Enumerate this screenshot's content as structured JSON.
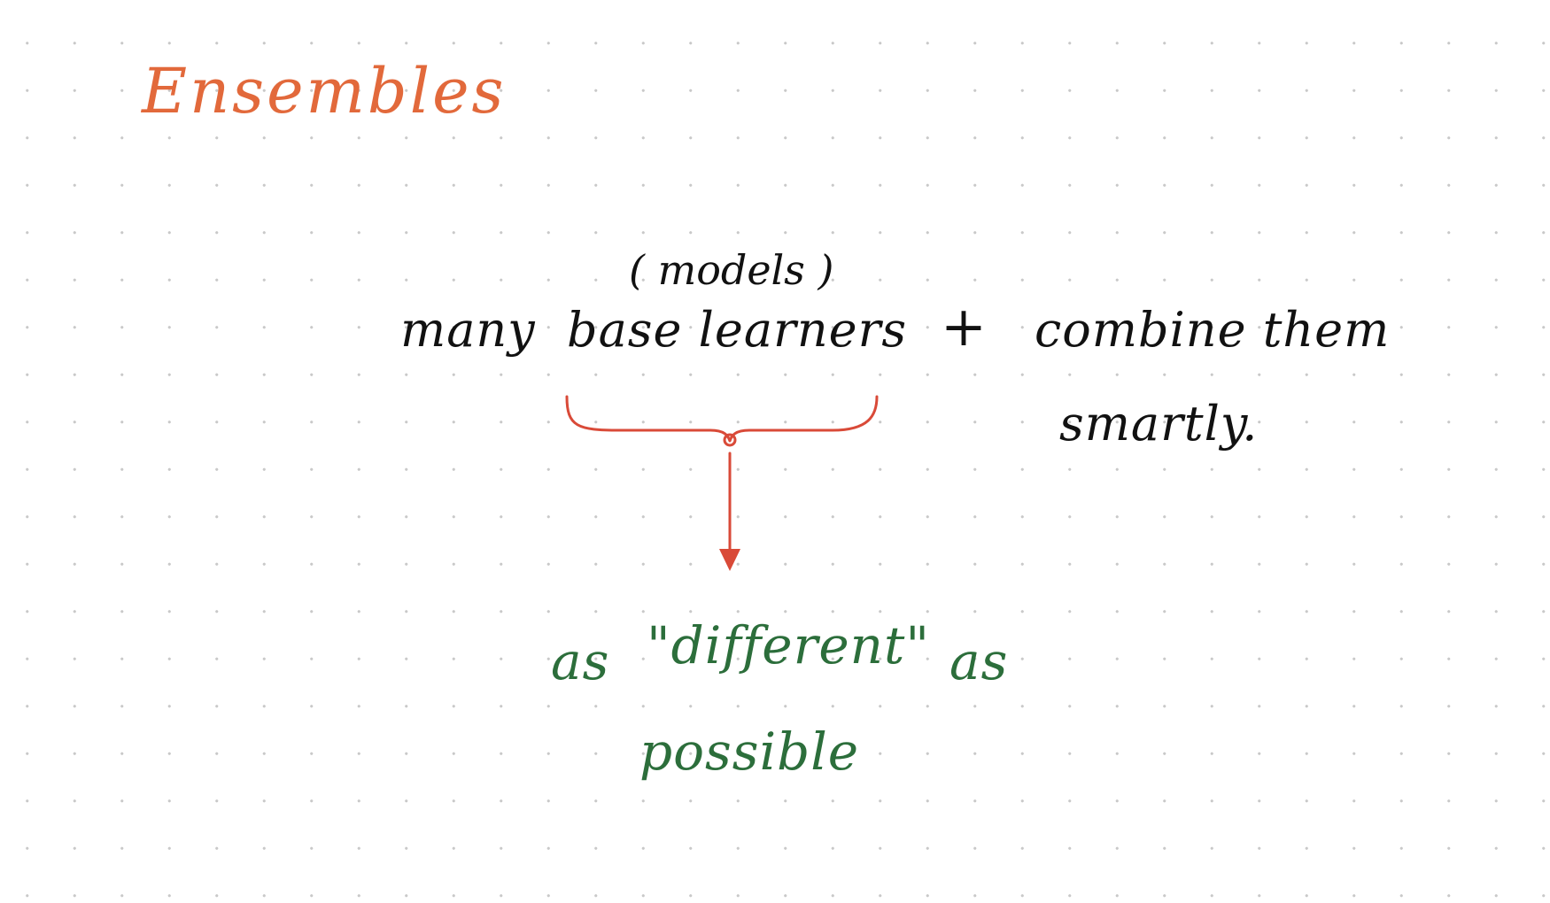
{
  "note": {
    "title": "Ensembles",
    "annotation": "( models )",
    "main_line": {
      "many": "many",
      "base_learners": "base learners",
      "plus": "+",
      "combine_them": "combine them",
      "smartly": "smartly."
    },
    "emphasis": {
      "line1_prefix": "as",
      "line1_word": "\"different\"",
      "line1_suffix": "as",
      "line2": "possible"
    }
  },
  "colors": {
    "title": "#e2693b",
    "ink": "#111111",
    "arrow": "#d94a38",
    "emphasis": "#2c6e3b",
    "grid_dot": "#c9c9c9"
  }
}
